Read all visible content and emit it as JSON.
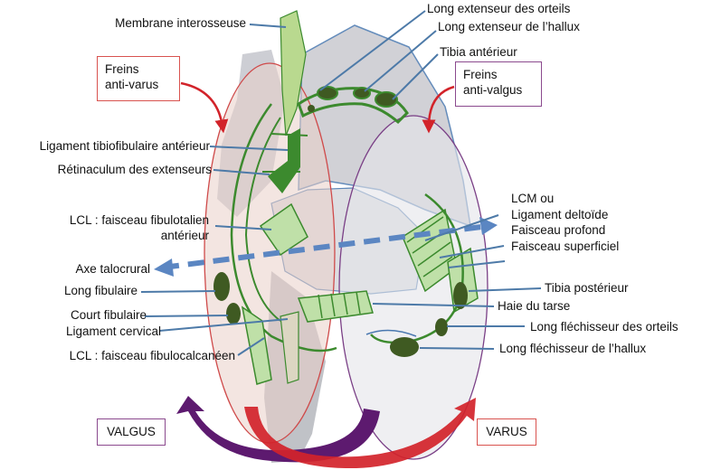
{
  "colors": {
    "ligament_green": "#3c8a2e",
    "ligament_fill": "#bfe0a8",
    "muscle": "#3f5a22",
    "red_ellipse_fill": "#e9cfc9",
    "red_ellipse_stroke": "#cf4a4a",
    "purple_ellipse_stroke": "#7a3f86",
    "bone_grey": "#c9cacf",
    "leader_blue": "#4d7aa8",
    "arrow_blue": "#5b86c2",
    "box_red": "#d9534f",
    "box_purple": "#8b4a8e",
    "valgus_arrow": "#5d1a6f",
    "varus_arrow": "#d2232a"
  },
  "labels": {
    "membrane_interosseuse": "Membrane interosseuse",
    "long_extenseur_orteils": "Long extenseur des orteils",
    "long_extenseur_hallux": "Long extenseur de l’hallux",
    "tibia_anterieur": "Tibia antérieur",
    "ligament_tibiofibulaire": "Ligament tibiofibulaire antérieur",
    "retinaculum": "Rétinaculum des extenseurs",
    "lcl_fibulotalien_1": "LCL : faisceau fibulotalien",
    "lcl_fibulotalien_2": "antérieur",
    "lcm_1": "LCM ou",
    "lcm_2": "Ligament deltoïde",
    "faisceau_profond": "Faisceau profond",
    "faisceau_superficiel": "Faisceau superficiel",
    "axe_talocrural": "Axe talocrural",
    "long_fibulaire": "Long fibulaire",
    "tibia_posterieur": "Tibia postérieur",
    "haie_tarse": "Haie du tarse",
    "court_fibulaire": "Court fibulaire",
    "ligament_cervical": "Ligament cervical",
    "long_flechisseur_orteils": "Long fléchisseur des orteils",
    "long_flechisseur_hallux": "Long fléchisseur de l’hallux",
    "lcl_fibulocalcaneen": "LCL : faisceau fibulocalcanéen"
  },
  "boxes": {
    "freins_varus_line1": "Freins",
    "freins_varus_line2": "anti-varus",
    "freins_valgus_line1": "Freins",
    "freins_valgus_line2": "anti-valgus",
    "valgus": "VALGUS",
    "varus": "VARUS"
  }
}
